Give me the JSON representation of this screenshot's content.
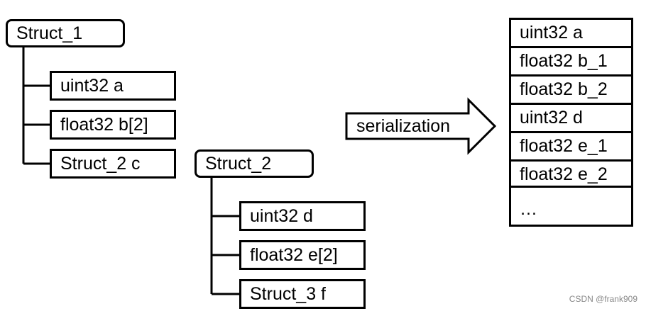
{
  "tree1": {
    "root": "Struct_1",
    "children": [
      "uint32 a",
      "float32 b[2]",
      "Struct_2 c"
    ]
  },
  "tree2": {
    "root": "Struct_2",
    "children": [
      "uint32 d",
      "float32 e[2]",
      "Struct_3 f"
    ]
  },
  "arrow": {
    "label": "serialization"
  },
  "serialized": {
    "cells": [
      "uint32 a",
      "float32 b_1",
      "float32 b_2",
      "uint32 d",
      "float32 e_1",
      "float32 e_2"
    ],
    "last": "…"
  },
  "watermark": "CSDN @frank909"
}
